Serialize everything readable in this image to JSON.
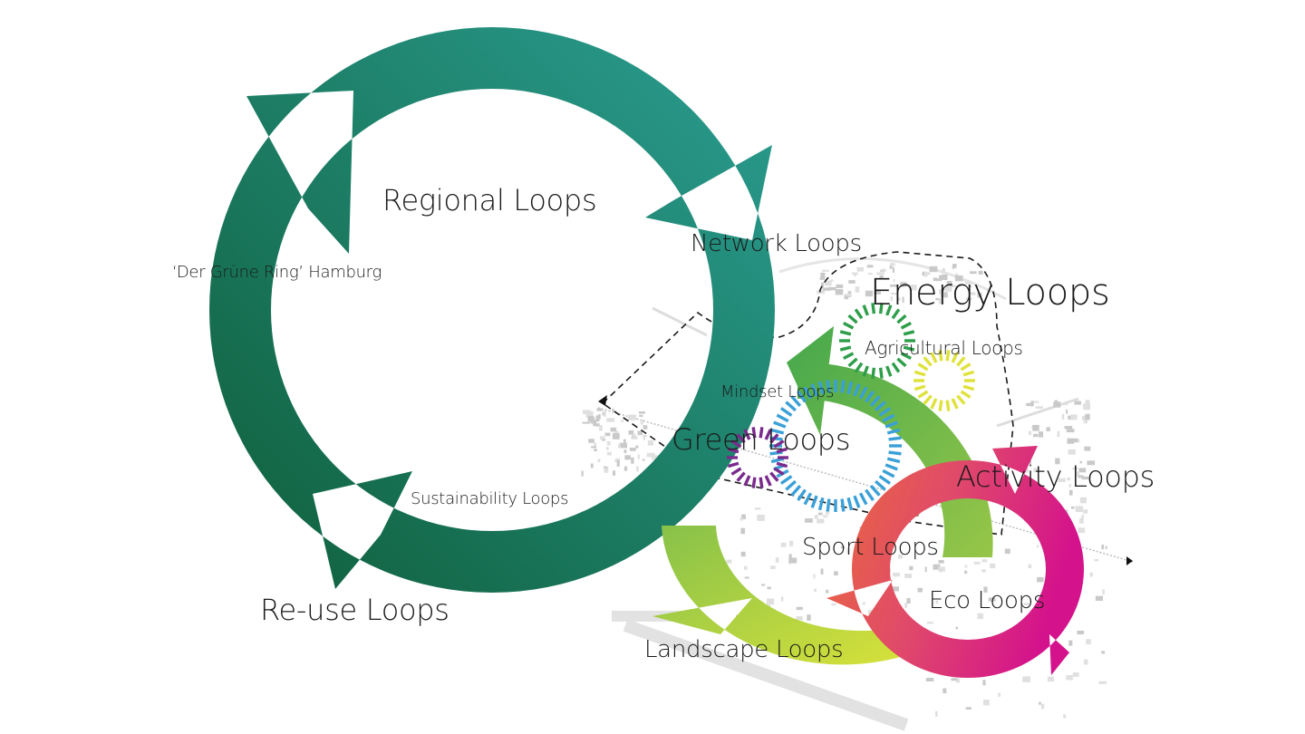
{
  "title": "Loops diagram — 'Der Grüne Ring' Hamburg",
  "labels": {
    "regional": "Regional Loops",
    "network": "Network Loops",
    "gruene_ring": "‘Der Grüne Ring’ Hamburg",
    "sustainability": "Sustainability Loops",
    "reuse": "Re-use Loops",
    "energy": "Energy Loops",
    "agricultural": "Agricultural Loops",
    "mindset": "Mindset Loops",
    "green": "Green Loops",
    "activity": "Activity Loops",
    "sport": "Sport Loops",
    "eco": "Eco Loops",
    "landscape": "Landscape Loops"
  },
  "loops": [
    {
      "name": "regional",
      "colors": [
        "#13663f",
        "#2a9d8f"
      ]
    },
    {
      "name": "green",
      "colors": [
        "#4aa94a",
        "#8cc34a"
      ]
    },
    {
      "name": "landscape",
      "colors": [
        "#8cc34a",
        "#d4e03a"
      ]
    },
    {
      "name": "activity",
      "colors": [
        "#e8643c",
        "#d6138a"
      ]
    }
  ],
  "dashed_rings": [
    {
      "name": "energy-ring",
      "color": "#2e9e4a"
    },
    {
      "name": "agricultural-ring",
      "color": "#dfe23a"
    },
    {
      "name": "mindset-ring",
      "color": "#3aa0d8"
    },
    {
      "name": "mindset-inner-ring",
      "color": "#2f4da0"
    },
    {
      "name": "purple-ring",
      "color": "#7a2a8c"
    },
    {
      "name": "brown-ring",
      "color": "#9a7a60"
    }
  ]
}
